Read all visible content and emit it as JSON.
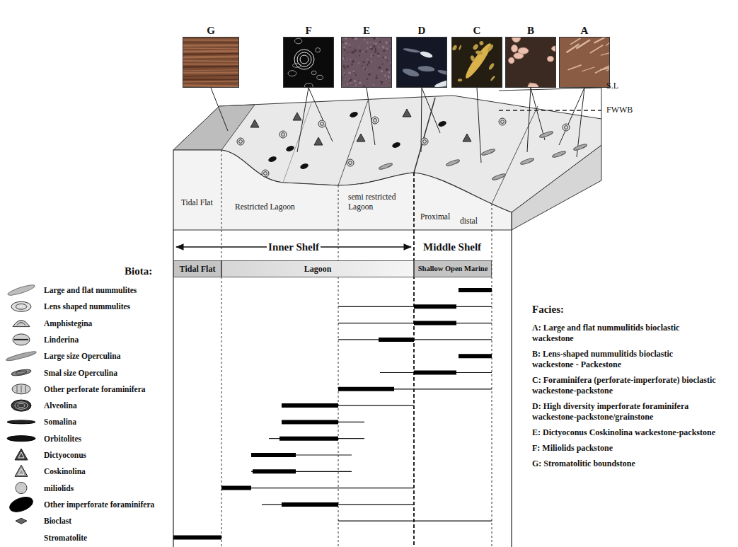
{
  "diagram": {
    "nodes": [
      {
        "text": [
          "G"
        ]
      },
      {
        "text": [
          "F"
        ]
      },
      {
        "text": [
          "E"
        ]
      },
      {
        "text": [
          "D"
        ]
      },
      {
        "text": [
          "C"
        ]
      },
      {
        "text": [
          "B"
        ]
      },
      {
        "text": [
          "A"
        ]
      },
      {
        "text": [
          "Tidal Flat"
        ]
      },
      {
        "text": [
          "Lagoon"
        ]
      },
      {
        "text": [
          "Shallow Open Marine"
        ]
      }
    ],
    "labels": [
      "S.L",
      "FWWB",
      "Tidal Flat",
      "Restricted Lagoon",
      "semi restricted Lagoon",
      "Proximal",
      "distal",
      "Inner Shelf",
      "Middle Shelf",
      "Biota:",
      "Facies:",
      "A: Large and flat nummulitids bioclastic wackestone",
      "B: Lens-shaped nummulitids bioclastic wackestone - Packestone",
      "C: Foraminifera (perforate-imperforate) bioclastic wackestone-packstone",
      "D: High diversity imperforate foraminifera wackestone-packstone/grainstone",
      "E: Dictyoconus Coskinolina wackestone-packstone",
      "F: Miliolids packstone",
      "G: Stromatolitic boundstone"
    ],
    "legend": [
      {
        "text": "Large and flat nummulites"
      },
      {
        "text": "Lens shaped nummulites"
      },
      {
        "text": "Amphistegina"
      },
      {
        "text": "Linderina"
      },
      {
        "text": "Large size Operculina"
      },
      {
        "text": "Smal size Operculina"
      },
      {
        "text": "Other perforate foraminifera"
      },
      {
        "text": "Alveolina"
      },
      {
        "text": "Somalina"
      },
      {
        "text": "Orbitolites"
      },
      {
        "text": "Dictyoconus"
      },
      {
        "text": "Coskinolina"
      },
      {
        "text": "miliolids"
      },
      {
        "text": "Other imperforate foraminifera"
      },
      {
        "text": "Bioclast"
      },
      {
        "text": "Stromatolite"
      }
    ]
  }
}
